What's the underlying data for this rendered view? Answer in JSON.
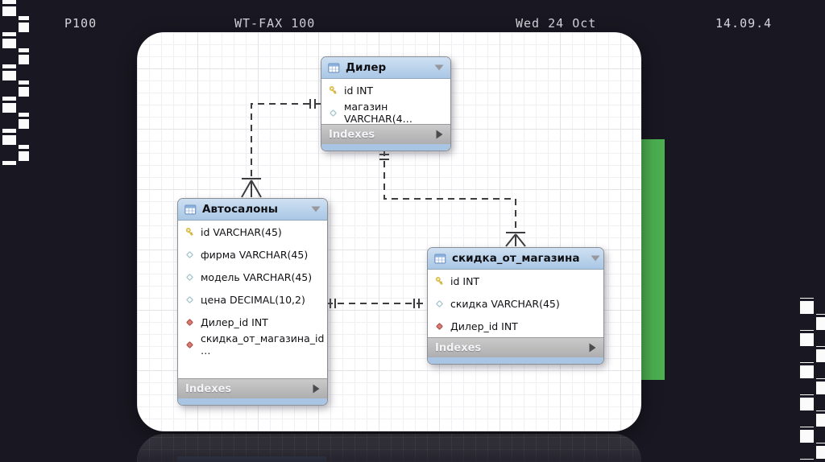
{
  "statusbar": {
    "page_number": "P100",
    "station_name": "WT-FAX 100",
    "date": "Wed 24 Oct",
    "time": "14.09.4"
  },
  "colors": {
    "background": "#191721",
    "accent_green": "#4caf50",
    "table_header_blue": "#b9d3ec",
    "canvas": "#ffffff"
  },
  "diagram": {
    "tables": [
      {
        "name": "Дилер",
        "columns": [
          {
            "icon": "primary-key",
            "text": "id INT"
          },
          {
            "icon": "column",
            "text": "магазин VARCHAR(4…"
          }
        ],
        "footer_label": "Indexes"
      },
      {
        "name": "Автосалоны",
        "columns": [
          {
            "icon": "primary-key",
            "text": "id VARCHAR(45)"
          },
          {
            "icon": "column",
            "text": "фирма VARCHAR(45)"
          },
          {
            "icon": "column",
            "text": "модель VARCHAR(45)"
          },
          {
            "icon": "column",
            "text": "цена DECIMAL(10,2)"
          },
          {
            "icon": "foreign-key",
            "text": "Дилер_id INT"
          },
          {
            "icon": "foreign-key",
            "text": "скидка_от_магазина_id …"
          }
        ],
        "footer_label": "Indexes"
      },
      {
        "name": "скидка_от_магазина",
        "columns": [
          {
            "icon": "primary-key",
            "text": "id INT"
          },
          {
            "icon": "column",
            "text": "скидка VARCHAR(45)"
          },
          {
            "icon": "foreign-key",
            "text": "Дилер_id INT"
          }
        ],
        "footer_label": "Indexes"
      }
    ],
    "relationships": [
      {
        "from": "Дилер",
        "to": "Автосалоны",
        "line_style": "dashed",
        "from_end": "one",
        "to_end": "many"
      },
      {
        "from": "Дилер",
        "to": "скидка_от_магазина",
        "line_style": "dashed",
        "from_end": "one",
        "to_end": "many"
      },
      {
        "from": "Автосалоны",
        "to": "скидка_от_магазина",
        "line_style": "dashed",
        "from_end": "one",
        "to_end": "one"
      }
    ]
  }
}
